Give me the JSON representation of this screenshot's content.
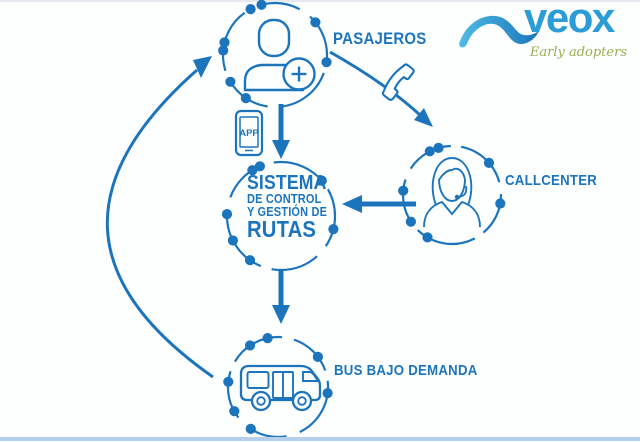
{
  "colors": {
    "accent": "#1C75BC",
    "logo_blue": "#2C9CD6",
    "tagline_green": "#9AAD53",
    "bottom_bar": "#B5D0EA",
    "top_line": "#E6E9EF"
  },
  "logo": {
    "brand": "veox",
    "tagline": "Early adopters"
  },
  "nodes": {
    "pasajeros": {
      "label": "PASAJEROS"
    },
    "callcenter": {
      "label": "CALLCENTER"
    },
    "bus": {
      "label": "BUS BAJO DEMANDA"
    },
    "sistema": {
      "lines": [
        "SISTEMA",
        "DE CONTROL",
        "Y GESTIÓN DE",
        "RUTAS"
      ]
    }
  },
  "connectors": {
    "app_badge": "APP"
  }
}
